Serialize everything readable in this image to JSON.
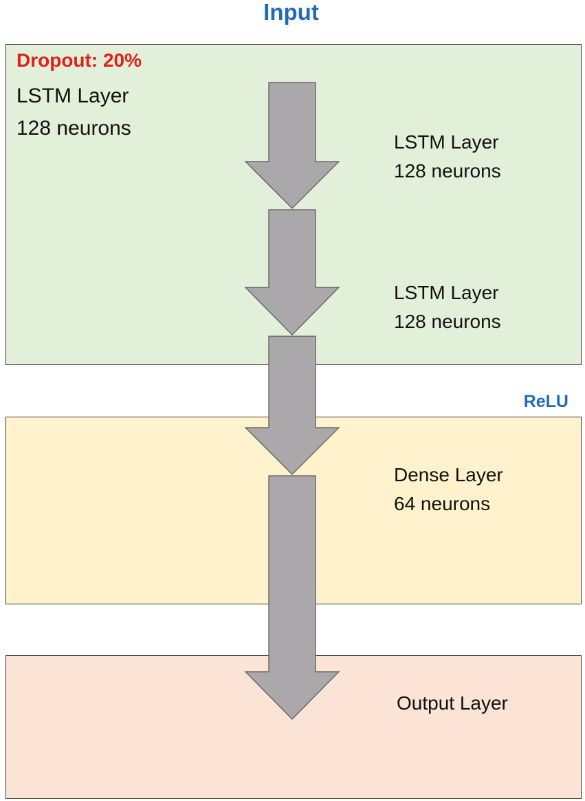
{
  "colors": {
    "title_blue": "#1f6bb8",
    "dropout_red": "#e0201c",
    "lstm_fill": "#e2efd9",
    "dense_fill": "#fff2cc",
    "output_fill": "#fbe4d5",
    "arrow_fill": "#aba8ab",
    "arrow_stroke": "#555555"
  },
  "labels": {
    "input": "Input",
    "relu": "ReLU",
    "dropout": "Dropout:  20%"
  },
  "layers": {
    "lstm1": {
      "name": "LSTM Layer",
      "size": "128 neurons"
    },
    "lstm2": {
      "name": "LSTM Layer",
      "size": "128 neurons"
    },
    "lstm3": {
      "name": "LSTM Layer",
      "size": "128 neurons"
    },
    "dense": {
      "name": "Dense Layer",
      "size": "64 neurons"
    },
    "output": {
      "name": "Output Layer"
    }
  }
}
